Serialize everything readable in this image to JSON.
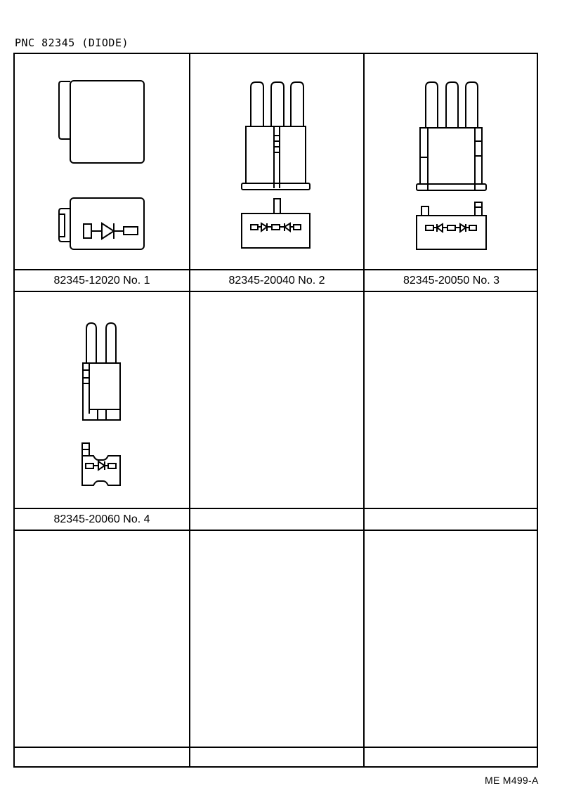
{
  "document": {
    "title": "PNC  82345 (DIODE)",
    "footer_code": "ME  M499-A"
  },
  "parts": [
    {
      "part_number": "82345-12020",
      "index": "No. 1",
      "label": "82345-12020 No. 1",
      "icon": "diode-single-relay-icon"
    },
    {
      "part_number": "82345-20040",
      "index": "No. 2",
      "label": "82345-20040 No. 2",
      "icon": "diode-triple-pin-icon"
    },
    {
      "part_number": "82345-20050",
      "index": "No. 3",
      "label": "82345-20050 No. 3",
      "icon": "diode-triple-pin-reverse-icon"
    },
    {
      "part_number": "82345-20060",
      "index": "No. 4",
      "label": "82345-20060 No. 4",
      "icon": "diode-double-pin-icon"
    },
    {
      "label": ""
    },
    {
      "label": ""
    },
    {
      "label": ""
    },
    {
      "label": ""
    },
    {
      "label": ""
    }
  ]
}
